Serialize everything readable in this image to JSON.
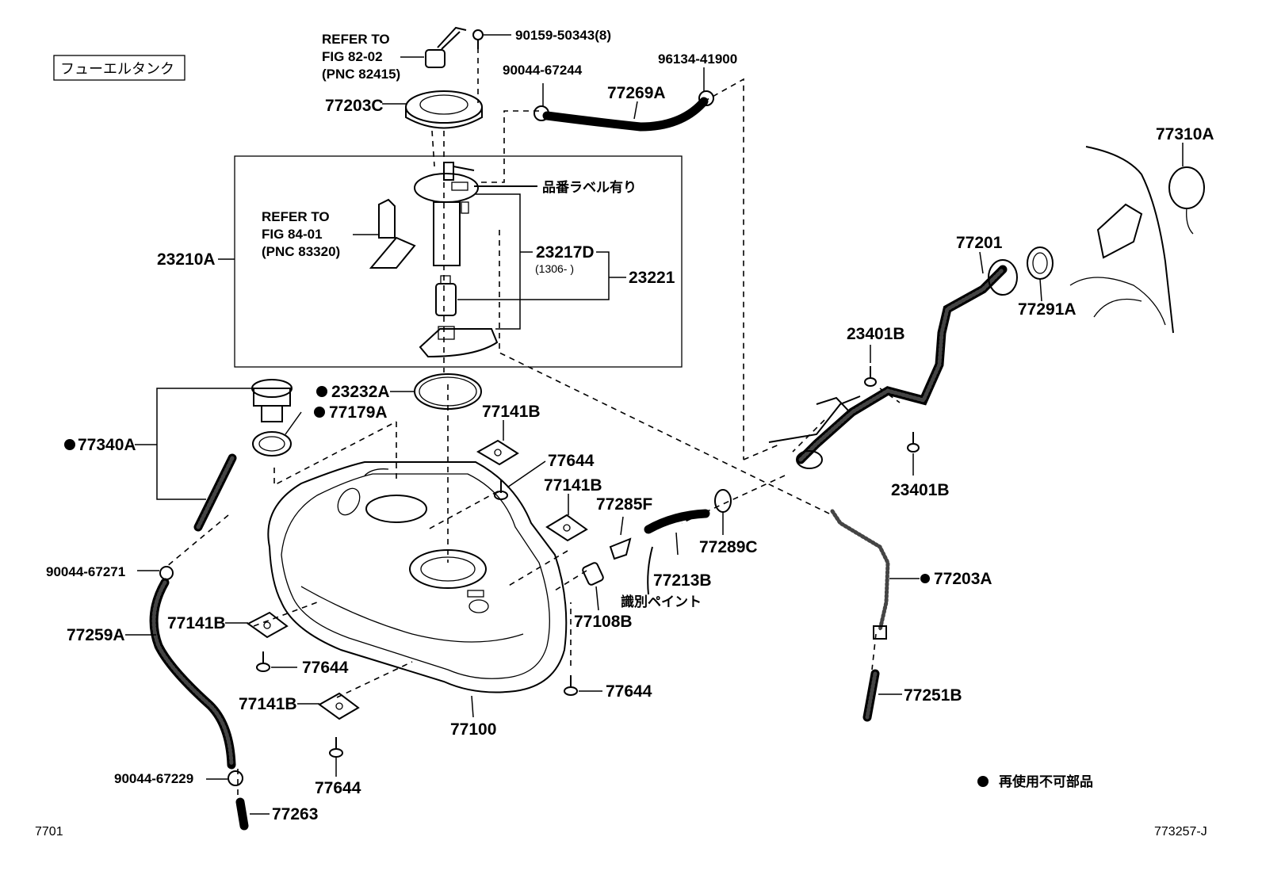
{
  "diagram": {
    "section_title": "フューエルタンク",
    "fig_ref_top": [
      "REFER TO",
      "FIG 82-02",
      "(PNC 82415)"
    ],
    "fig_ref_pump": [
      "REFER TO",
      "FIG 84-01",
      "(PNC 83320)"
    ],
    "label_note": "品番ラベル有り",
    "paint_note": "識別ペイント",
    "date_note": "(1306-   )",
    "legend_text": "再使用不可部品",
    "page_code_left": "7701",
    "page_code_right": "773257-J",
    "parts": {
      "p90159": "90159-50343(8)",
      "p90044_67244": "90044-67244",
      "p96134": "96134-41900",
      "p77269A": "77269A",
      "p77203C": "77203C",
      "p23210A": "23210A",
      "p23217D": "23217D",
      "p23221": "23221",
      "p77310A": "77310A",
      "p77201": "77201",
      "p77291A": "77291A",
      "p23401B_top": "23401B",
      "p23401B_bot": "23401B",
      "p23232A": "23232A",
      "p77179A": "77179A",
      "p77340A": "77340A",
      "p77141B_1": "77141B",
      "p77644_1": "77644",
      "p77141B_2": "77141B",
      "p77285F": "77285F",
      "p77289C": "77289C",
      "p77213B": "77213B",
      "p77203A": "77203A",
      "p90044_67271": "90044-67271",
      "p77259A": "77259A",
      "p77141B_3": "77141B",
      "p77644_2": "77644",
      "p77108B": "77108B",
      "p77644_3": "77644",
      "p77141B_4": "77141B",
      "p77100": "77100",
      "p77251B": "77251B",
      "p77644_4": "77644",
      "p90044_67229": "90044-67229",
      "p77263": "77263"
    }
  }
}
